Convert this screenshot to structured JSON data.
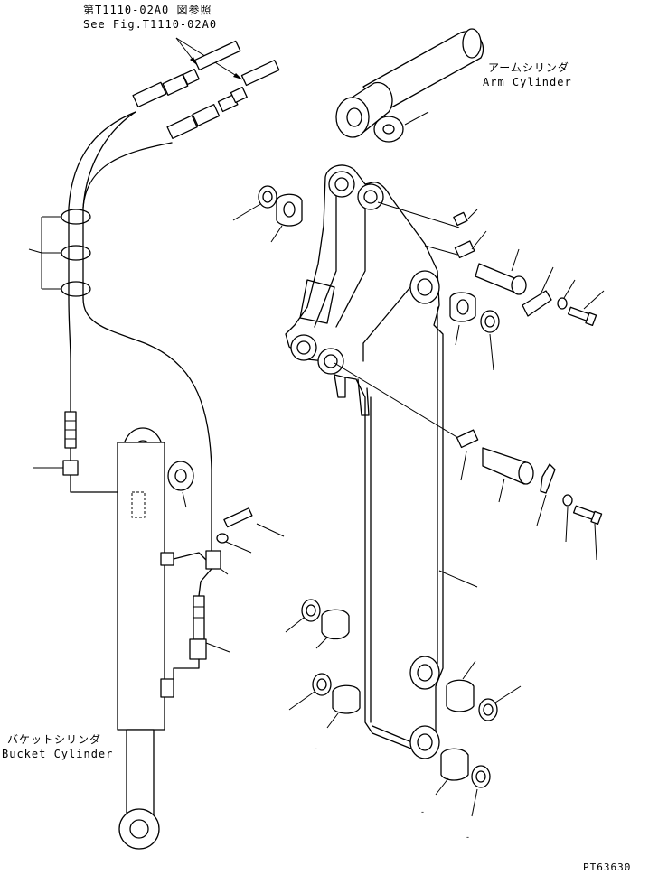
{
  "reference": {
    "jp": "第T1110-02A0 図参照",
    "en": "See Fig.T1110-02A0"
  },
  "arm_cylinder": {
    "jp": "アームシリンダ",
    "en": "Arm Cylinder"
  },
  "bucket_cylinder": {
    "jp": "バケットシリンダ",
    "en": "Bucket Cylinder"
  },
  "drawing_code": "PT63630"
}
